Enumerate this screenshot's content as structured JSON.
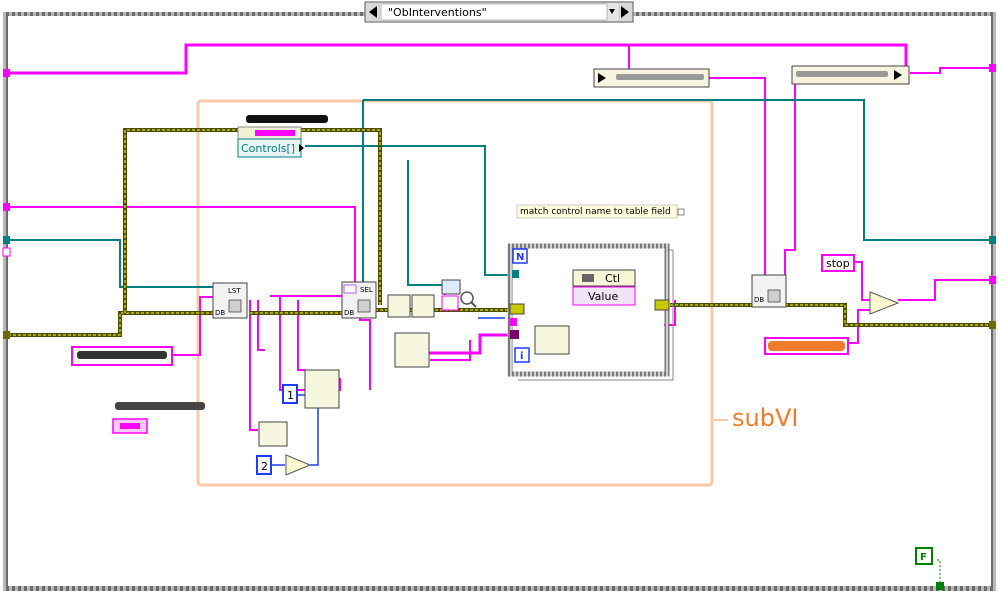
{
  "case_selector": {
    "selected_value": "\"ObInterventions\""
  },
  "nodes": {
    "controls_node_label": "Controls[]",
    "comment_text": "match control name to table field",
    "for_loop_count_terminal": "N",
    "for_loop_iteration_terminal": "i",
    "property_node_class": "Ctl",
    "property_node_property": "Value",
    "db_list_label": "LST",
    "db_select_label": "SEL",
    "db_label": "DB",
    "constant_one": "1",
    "constant_two": "2",
    "stop_label": "stop",
    "false_constant": "F",
    "subvi_label": "subVI"
  },
  "colors": {
    "frame_border": "#6b6b6b",
    "string_wire": "#ff00ff",
    "refnum_wire": "#008080",
    "db_wire": "#6b6b00",
    "numeric_wire": "#1e3cff",
    "boolean_wire": "#008000",
    "subvi_box": "#f7c9a8",
    "subvi_text": "#f07b2a"
  }
}
